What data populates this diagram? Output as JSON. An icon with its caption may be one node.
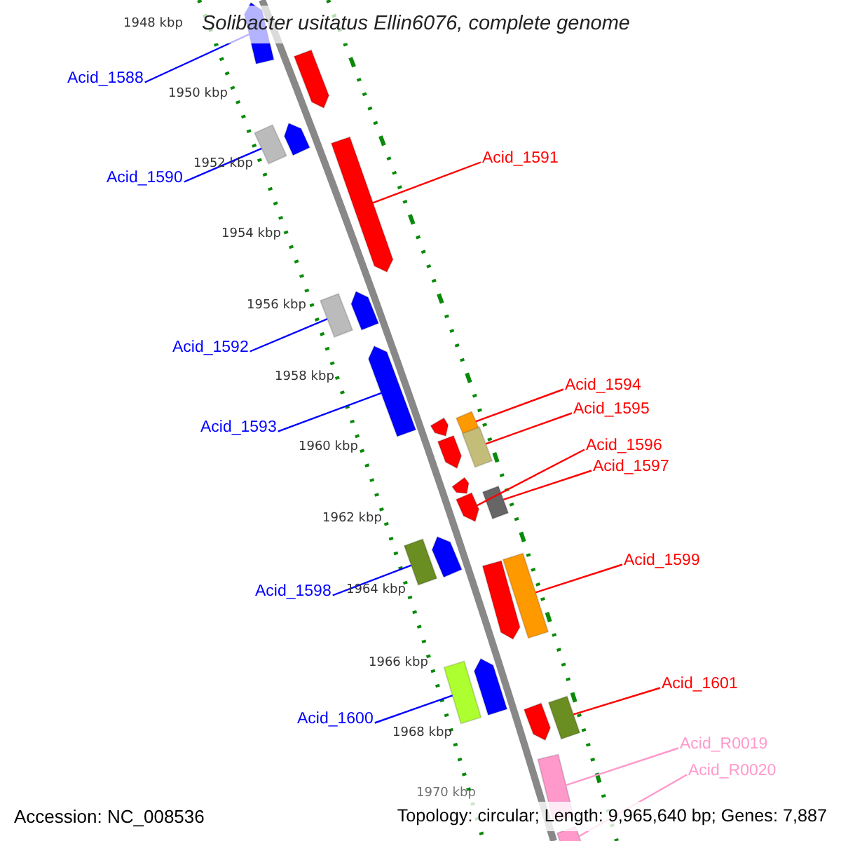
{
  "diagram": {
    "title": "Solibacter usitatus Ellin6076, complete genome",
    "nodes": [
      {
        "text": [
          "Acid_1588"
        ]
      },
      {
        "text": [],
        "shape": "arrow"
      },
      {
        "text": [
          "Acid_1590"
        ]
      },
      {
        "text": [],
        "shape": "box"
      },
      {
        "text": [
          "Acid_1591"
        ]
      },
      {
        "text": [],
        "shape": "arrow"
      },
      {
        "text": [
          "Acid_1592"
        ]
      },
      {
        "text": [],
        "shape": "box"
      },
      {
        "text": [
          "Acid_1593"
        ]
      },
      {
        "text": [],
        "shape": "arrow"
      },
      {
        "text": [
          "Acid_1594"
        ]
      },
      {
        "text": [],
        "shape": "box"
      },
      {
        "text": [
          "Acid_1595"
        ]
      },
      {
        "text": [],
        "shape": "box"
      },
      {
        "text": [
          "Acid_1596"
        ]
      },
      {
        "text": [],
        "shape": "arrow"
      },
      {
        "text": [
          "Acid_1597"
        ]
      },
      {
        "text": [],
        "shape": "box"
      },
      {
        "text": [
          "Acid_1598"
        ]
      },
      {
        "text": [],
        "shape": "box"
      },
      {
        "text": [
          "Acid_1599"
        ]
      },
      {
        "text": [],
        "shape": "box"
      },
      {
        "text": [
          "Acid_1600"
        ]
      },
      {
        "text": [],
        "shape": "box"
      },
      {
        "text": [
          "Acid_1601"
        ]
      },
      {
        "text": [],
        "shape": "box"
      },
      {
        "text": [
          "Acid_R0019"
        ]
      },
      {
        "text": [],
        "shape": "box"
      },
      {
        "text": [
          "Acid_R0020"
        ]
      },
      {
        "text": [],
        "shape": "box"
      },
      {
        "text": [],
        "shape": "arrow"
      },
      {
        "text": [],
        "shape": "arrow"
      },
      {
        "text": [],
        "shape": "arrow"
      },
      {
        "text": [],
        "shape": "arrow"
      },
      {
        "text": [],
        "shape": "arrow"
      },
      {
        "text": [],
        "shape": "arrow"
      },
      {
        "text": [],
        "shape": "arrow"
      },
      {
        "text": [],
        "shape": "arrow"
      },
      {
        "text": [],
        "shape": "arrow"
      },
      {
        "text": [],
        "shape": "arrow"
      }
    ],
    "edges": [
      {
        "from": 0,
        "to": 1,
        "arrow": "none",
        "color": "#0000ff"
      },
      {
        "from": 2,
        "to": 3,
        "arrow": "none",
        "color": "#0000ff"
      },
      {
        "from": 4,
        "to": 5,
        "arrow": "none"
      },
      {
        "from": 6,
        "to": 7,
        "arrow": "none",
        "color": "#0000ff"
      },
      {
        "from": 8,
        "to": 9,
        "arrow": "none",
        "color": "#0000ff"
      },
      {
        "from": 10,
        "to": 11,
        "arrow": "none"
      },
      {
        "from": 12,
        "to": 13,
        "arrow": "none"
      },
      {
        "from": 14,
        "to": 15,
        "arrow": "none"
      },
      {
        "from": 16,
        "to": 17,
        "arrow": "none"
      },
      {
        "from": 18,
        "to": 19,
        "arrow": "none",
        "color": "#0000ff"
      },
      {
        "from": 20,
        "to": 21,
        "arrow": "none"
      },
      {
        "from": 22,
        "to": 23,
        "arrow": "none",
        "color": "#0000ff"
      },
      {
        "from": 24,
        "to": 25,
        "arrow": "none"
      },
      {
        "from": 26,
        "to": 27,
        "arrow": "none",
        "color": "#ff99cc"
      },
      {
        "from": 28,
        "to": 29,
        "arrow": "none",
        "color": "#ff99cc"
      }
    ],
    "labels": [
      "1948 kbp",
      "1950 kbp",
      "1952 kbp",
      "1954 kbp",
      "1956 kbp",
      "1958 kbp",
      "1960 kbp",
      "1962 kbp",
      "1964 kbp",
      "1966 kbp",
      "1968 kbp",
      "1970 kbp",
      "Accession: NC_008536",
      "Topology: circular; Length: 9,965,640 bp; Genes: 7,887"
    ]
  }
}
